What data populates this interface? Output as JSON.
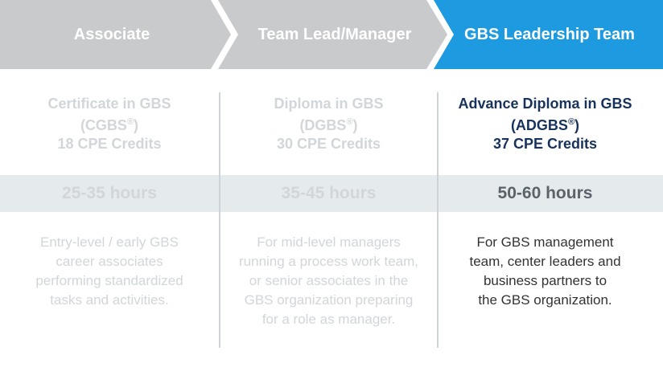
{
  "steps": [
    {
      "label": "Associate",
      "color": "#c8cacc"
    },
    {
      "label": "Team Lead/Manager",
      "color": "#c8cacc"
    },
    {
      "label": "GBS Leadership Team",
      "color": "#1d9ae0"
    }
  ],
  "columns": [
    {
      "credential_name": "Certificate in GBS",
      "credential_abbr": "(CGBS®)",
      "credits": "18 CPE Credits",
      "hours": "25-35 hours",
      "description": [
        "Entry-level / early GBS",
        "career associates",
        "performing standardized",
        "tasks and activities."
      ]
    },
    {
      "credential_name": "Diploma in GBS",
      "credential_abbr": "(DGBS®)",
      "credits": "30 CPE Credits",
      "hours": "35-45 hours",
      "description": [
        "For mid-level managers",
        "running a process work team,",
        "or senior associates in the",
        "GBS organization preparing",
        "for a role as manager."
      ]
    },
    {
      "credential_name": "Advance Diploma in GBS",
      "credential_abbr": "(ADGBS®)",
      "credits": "37 CPE Credits",
      "hours": "50-60 hours",
      "description": [
        "For GBS management",
        "team, center leaders and",
        "business partners to",
        "the GBS organization."
      ]
    }
  ],
  "colors": {
    "highlight": "#1d9ae0",
    "inactive_header": "#c8cacc",
    "active_text": "#17325c",
    "faded_text": "#d2d6d9",
    "band": "#e5eaed"
  }
}
